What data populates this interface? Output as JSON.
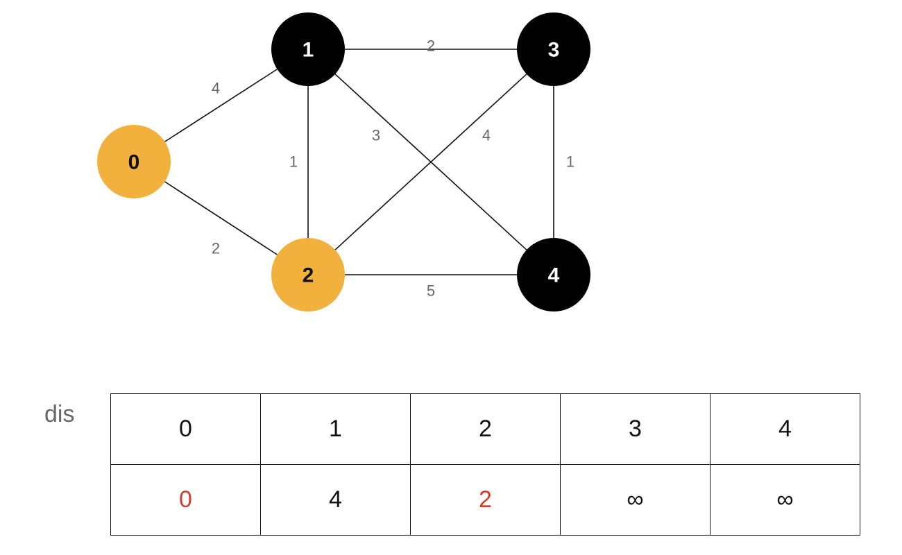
{
  "graph": {
    "nodes": [
      {
        "id": "0",
        "label": "0",
        "state": "visited"
      },
      {
        "id": "1",
        "label": "1",
        "state": "unvisited"
      },
      {
        "id": "2",
        "label": "2",
        "state": "visited"
      },
      {
        "id": "3",
        "label": "3",
        "state": "unvisited"
      },
      {
        "id": "4",
        "label": "4",
        "state": "unvisited"
      }
    ],
    "edges": [
      {
        "from": "0",
        "to": "1",
        "weight": "4"
      },
      {
        "from": "0",
        "to": "2",
        "weight": "2"
      },
      {
        "from": "1",
        "to": "3",
        "weight": "2"
      },
      {
        "from": "1",
        "to": "2",
        "weight": "1"
      },
      {
        "from": "1",
        "to": "4",
        "weight": "3"
      },
      {
        "from": "2",
        "to": "3",
        "weight": "4"
      },
      {
        "from": "3",
        "to": "4",
        "weight": "1"
      },
      {
        "from": "2",
        "to": "4",
        "weight": "5"
      }
    ]
  },
  "colors": {
    "visited_fill": "#f2b13d",
    "visited_text": "#111111",
    "unvisited_fill": "#000000",
    "unvisited_text": "#ffffff",
    "highlight_text": "#d23b2a"
  },
  "table": {
    "label": "dis",
    "headers": [
      "0",
      "1",
      "2",
      "3",
      "4"
    ],
    "values": [
      {
        "value": "0",
        "highlight": true
      },
      {
        "value": "4",
        "highlight": false
      },
      {
        "value": "2",
        "highlight": true
      },
      {
        "value": "∞",
        "highlight": false
      },
      {
        "value": "∞",
        "highlight": false
      }
    ]
  }
}
